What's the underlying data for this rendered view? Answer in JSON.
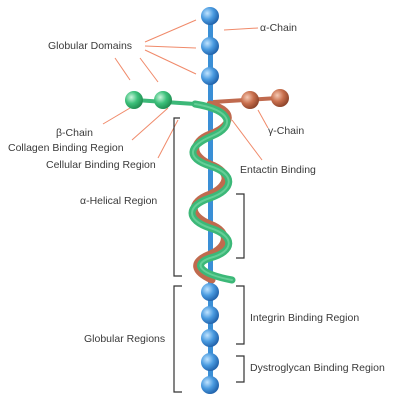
{
  "labels": {
    "alpha_chain": "α-Chain",
    "globular_domains": "Globular Domains",
    "beta_chain": "β-Chain",
    "collagen_binding": "Collagen Binding Region",
    "cellular_binding": "Cellular Binding Region",
    "gamma_chain": "γ-Chain",
    "entactin_binding": "Entactin Binding",
    "alpha_helical": "α-Helical Region",
    "globular_regions": "Globular Regions",
    "integrin_binding": "Integrin Binding Region",
    "dystroglycan_binding": "Dystroglycan Binding Region"
  },
  "colors": {
    "alpha": "#3a8fd6",
    "beta": "#3cb878",
    "gamma": "#c06a4e",
    "leader": "#f08a6a",
    "bracket": "#333333"
  }
}
